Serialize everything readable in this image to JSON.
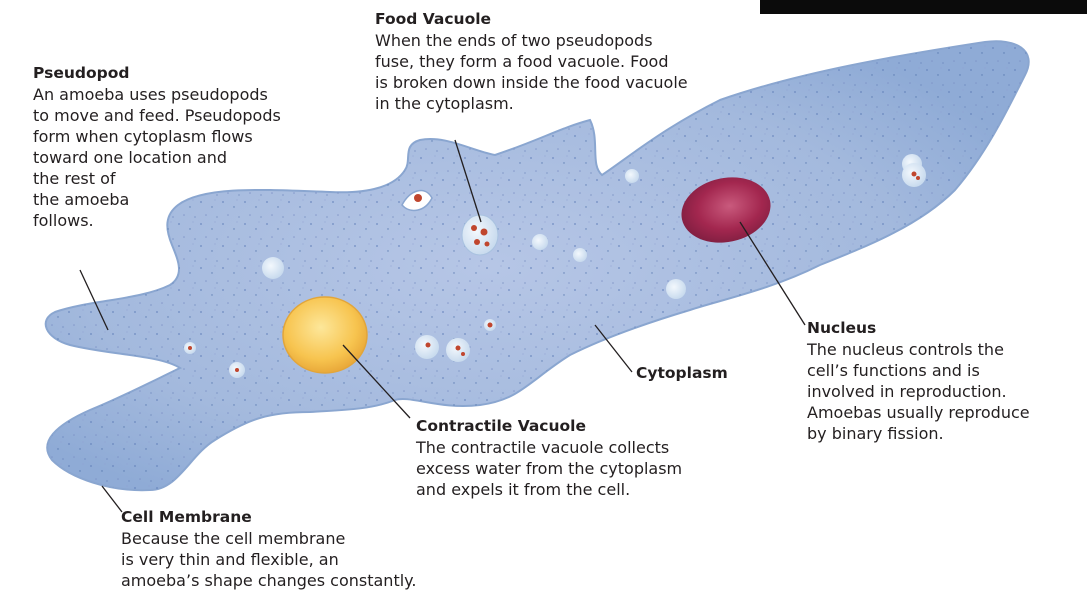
{
  "labels": {
    "food_vacuole": {
      "title": "Food Vacuole",
      "text": "When the ends of two pseudopods\nfuse, they form a food vacuole. Food\nis broken down inside the food vacuole\nin the cytoplasm."
    },
    "pseudopod": {
      "title": "Pseudopod",
      "text": "An amoeba uses pseudopods\nto move and feed. Pseudopods\nform when cytoplasm flows\ntoward one location and\nthe rest of\nthe amoeba\nfollows."
    },
    "nucleus": {
      "title": "Nucleus",
      "text": "The nucleus controls the\ncell’s functions and is\ninvolved in reproduction.\nAmoebas usually reproduce\nby binary fission."
    },
    "cytoplasm": {
      "title": "Cytoplasm"
    },
    "contractile_vacuole": {
      "title": "Contractile Vacuole",
      "text": "The contractile vacuole collects\nexcess water from the cytoplasm\nand expels it from the cell."
    },
    "cell_membrane": {
      "title": "Cell Membrane",
      "text": "Because the cell membrane\nis very thin and flexible, an\namoeba’s shape changes constantly."
    }
  },
  "colors": {
    "cell_fill": "#9fb8dc",
    "cell_edge": "#8aa6d0",
    "nucleus": "#a3274f",
    "contractile_vacuole": "#f6c04e",
    "food_particles": "#c0462e",
    "leader_line": "#231f20"
  }
}
